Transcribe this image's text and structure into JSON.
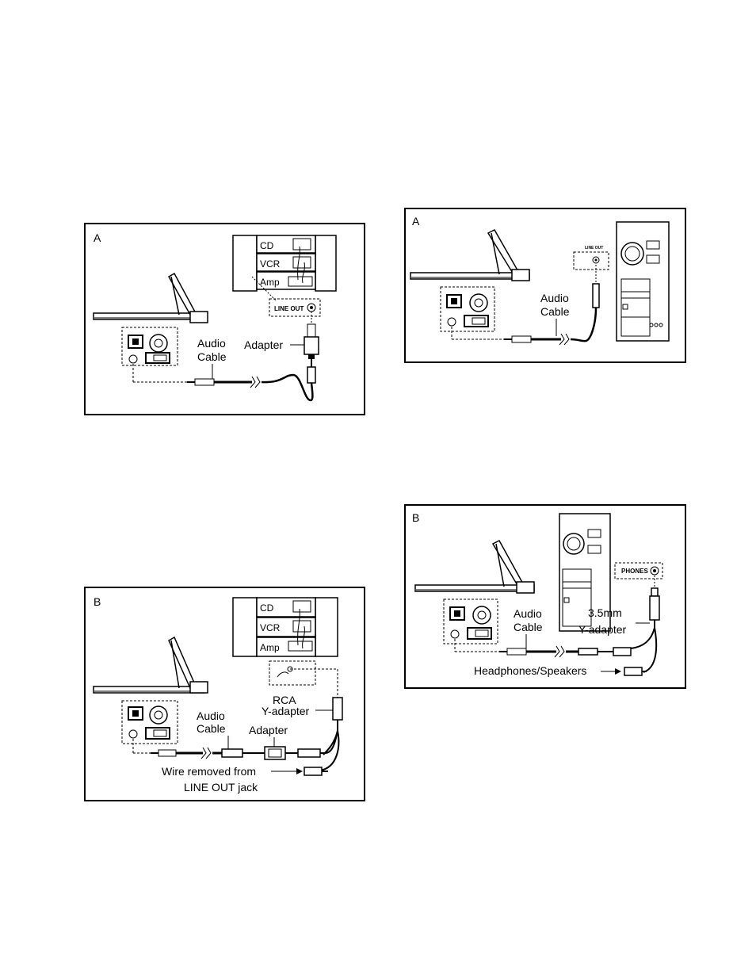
{
  "panels": {
    "left_a": {
      "letter": "A",
      "cd": "CD",
      "vcr": "VCR",
      "amp": "Amp",
      "jack": "LINE OUT",
      "adapter": "Adapter",
      "audio_cable_1": "Audio",
      "audio_cable_2": "Cable"
    },
    "left_b": {
      "letter": "B",
      "cd": "CD",
      "vcr": "VCR",
      "amp": "Amp",
      "rca_1": "RCA",
      "rca_2": "Y-adapter",
      "audio_cable_1": "Audio",
      "audio_cable_2": "Cable",
      "adapter": "Adapter",
      "wire_1": "Wire removed from",
      "wire_2": "LINE OUT jack"
    },
    "right_a": {
      "letter": "A",
      "jack": "LINE OUT",
      "audio_cable_1": "Audio",
      "audio_cable_2": "Cable"
    },
    "right_b": {
      "letter": "B",
      "jack": "PHONES",
      "audio_cable_1": "Audio",
      "audio_cable_2": "Cable",
      "yadapter_1": "3.5mm",
      "yadapter_2": "Y-adapter",
      "headphones": "Headphones/Speakers"
    }
  }
}
